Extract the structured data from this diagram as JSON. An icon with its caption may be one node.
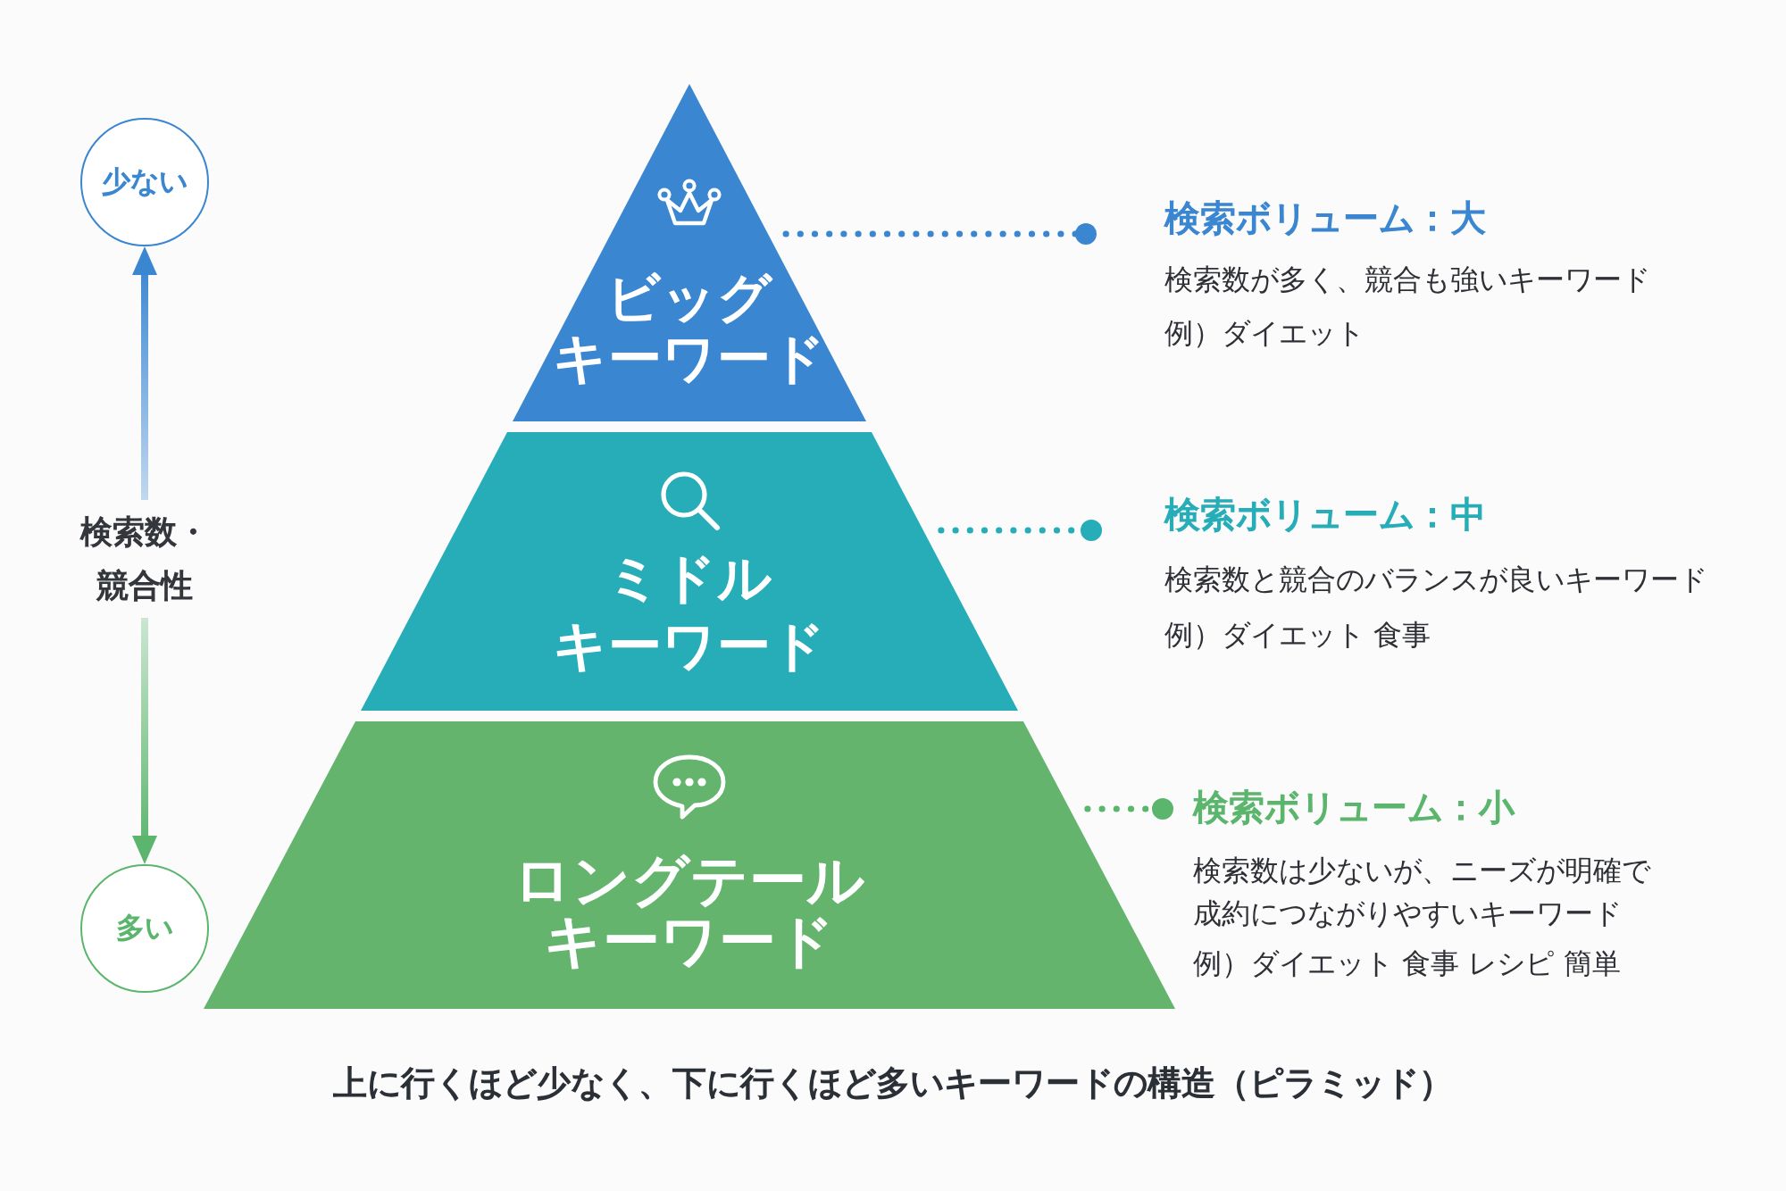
{
  "diagram": {
    "caption": "上に行くほど少なく、下に行くほど多いキーワードの構造（ピラミッド）",
    "nodes": [
      {
        "text": [
          "ビッグキーワード"
        ]
      },
      {
        "text": [
          "検索ボリューム：大",
          "検索数が多く、競合も強いキーワード",
          "例）ダイエット"
        ]
      },
      {
        "text": [
          "ミドルキーワード"
        ]
      },
      {
        "text": [
          "検索ボリューム：中",
          "検索数と競合のバランスが良いキーワード",
          "例）ダイエット 食事"
        ]
      },
      {
        "text": [
          "ロングテールキーワード"
        ]
      },
      {
        "text": [
          "検索ボリューム：小",
          "検索数は少ないが、ニーズが明確で成約につながりやすいキーワード",
          "例）ダイエット 食事 レシピ 簡単"
        ]
      },
      {
        "text": [
          "少ない"
        ]
      },
      {
        "text": [
          "検索数・競合性"
        ]
      },
      {
        "text": [
          "多い"
        ]
      }
    ],
    "edges": [
      {
        "from": 0,
        "to": 1,
        "arrow": "other",
        "style": "dashed",
        "color": "#3a86d0"
      },
      {
        "from": 2,
        "to": 3,
        "arrow": "other",
        "style": "dashed",
        "color": "#27adb8"
      },
      {
        "from": 4,
        "to": 5,
        "arrow": "other",
        "style": "dashed",
        "color": "#5cb56d"
      },
      {
        "from": 7,
        "to": 6,
        "arrow": "to",
        "color": "#3a86d0"
      },
      {
        "from": 7,
        "to": 8,
        "arrow": "to",
        "color": "#5cb56d"
      }
    ]
  }
}
